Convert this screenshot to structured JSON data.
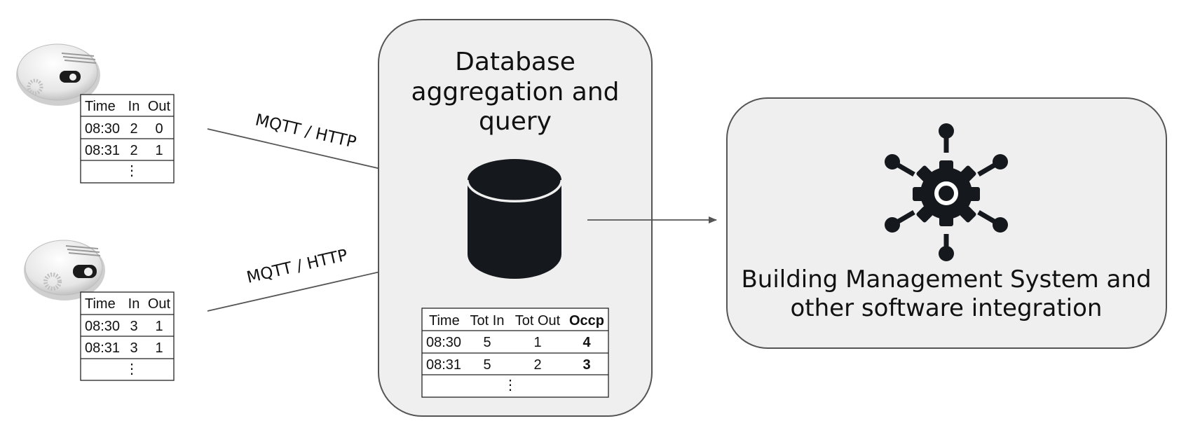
{
  "sensors": [
    {
      "table": {
        "headers": [
          "Time",
          "In",
          "Out"
        ],
        "rows": [
          [
            "08:30",
            "2",
            "0"
          ],
          [
            "08:31",
            "2",
            "1"
          ]
        ],
        "ellipsis": "⋮"
      }
    },
    {
      "table": {
        "headers": [
          "Time",
          "In",
          "Out"
        ],
        "rows": [
          [
            "08:30",
            "3",
            "1"
          ],
          [
            "08:31",
            "3",
            "1"
          ]
        ],
        "ellipsis": "⋮"
      }
    }
  ],
  "edges": {
    "top_label": "MQTT / HTTP",
    "bottom_label": "MQTT / HTTP"
  },
  "database": {
    "title_lines": [
      "Database",
      "aggregation and",
      "query"
    ],
    "table": {
      "headers": [
        "Time",
        "Tot In",
        "Tot Out",
        "Occp"
      ],
      "rows": [
        [
          "08:30",
          "5",
          "1",
          "4"
        ],
        [
          "08:31",
          "5",
          "2",
          "3"
        ]
      ],
      "ellipsis": "⋮"
    },
    "icon": "database-cylinder-icon"
  },
  "bms": {
    "title_lines": [
      "Building Management System and",
      "other software integration"
    ],
    "icon": "gear-network-icon"
  },
  "colors": {
    "panel_fill": "#efefef",
    "panel_stroke": "#555555",
    "icon_fill": "#15191d",
    "arrow": "#555555"
  }
}
